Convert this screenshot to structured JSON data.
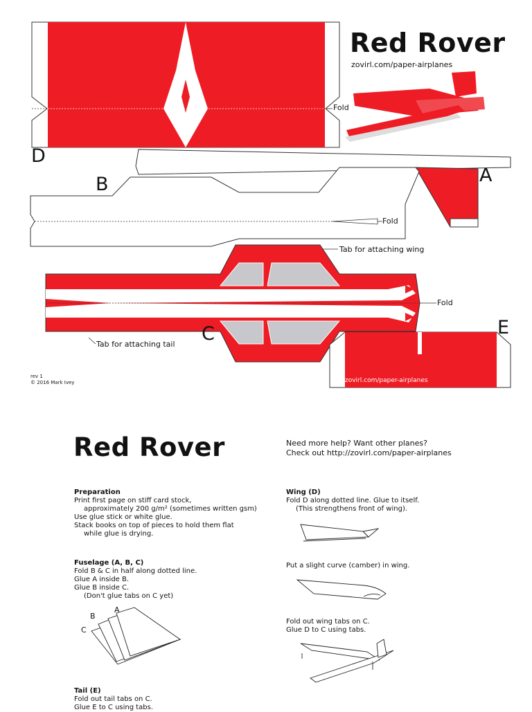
{
  "sheet": {
    "title": "Red Rover",
    "url": "zovirl.com/paper-airplanes",
    "piece_labels": {
      "a": "A",
      "b": "B",
      "c": "C",
      "d": "D",
      "e": "E"
    },
    "fold_label": "Fold",
    "tab_wing": "Tab for attaching wing",
    "tab_tail": "Tab for attaching tail",
    "piece_e_url": "zovirl.com/paper-airplanes",
    "rev": "rev 1",
    "copyright": "© 2016 Mark Ivey",
    "colors": {
      "red": "#ee1c24",
      "window": "#c8c8cc",
      "outline": "#333333"
    }
  },
  "instructions": {
    "title": "Red Rover",
    "help_line1": "Need more help? Want other planes?",
    "help_line2": "Check out http://zovirl.com/paper-airplanes",
    "preparation": {
      "heading": "Preparation",
      "lines": [
        "Print first page on stiff card stock,",
        "approximately 200 g/m² (sometimes written gsm)",
        "Use glue stick or white glue.",
        "Stack books on top of pieces to hold them flat",
        "while glue is drying."
      ]
    },
    "fuselage": {
      "heading": "Fuselage (A, B, C)",
      "lines": [
        "Fold B & C in half along dotted line.",
        "Glue A inside B.",
        "Glue B inside C.",
        "(Don't glue tabs on C yet)"
      ],
      "diagram_labels": [
        "A",
        "B",
        "C"
      ]
    },
    "tail": {
      "heading": "Tail (E)",
      "lines": [
        "Fold out tail tabs on C.",
        "Glue E to C using tabs."
      ]
    },
    "wing": {
      "heading": "Wing (D)",
      "lines": [
        "Fold D along dotted line. Glue to itself.",
        "(This strengthens front of wing)."
      ],
      "camber": "Put a slight curve (camber) in wing.",
      "tabs_lines": [
        "Fold out wing tabs on C.",
        "Glue D to C using tabs."
      ]
    }
  }
}
